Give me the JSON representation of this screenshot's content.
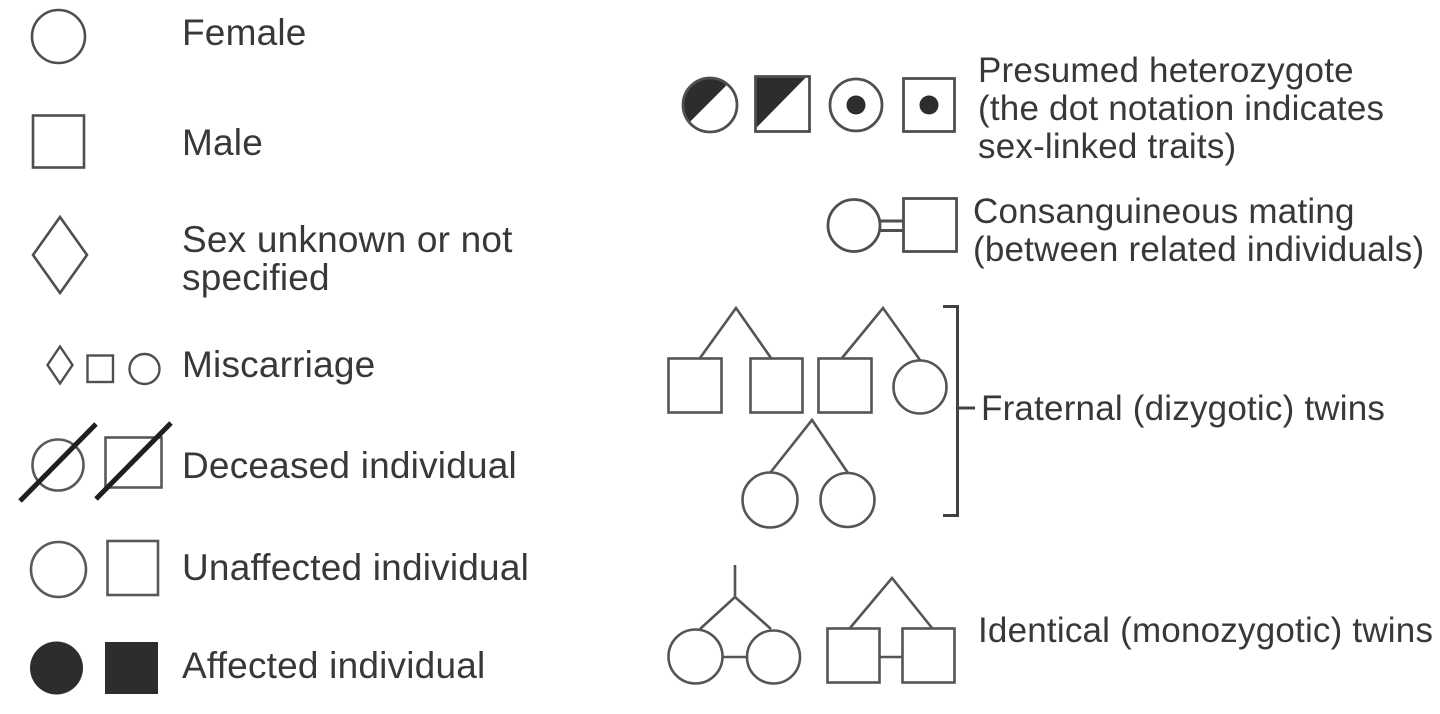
{
  "figure_type": "pedigree-symbol-legend",
  "colors": {
    "background": "#ffffff",
    "shape_outline": "#4f4f4f",
    "shape_fill_dark": "#2d2d2f",
    "slash_stroke": "#1f1f1f",
    "bracket_stroke": "#414141",
    "text": "#383838"
  },
  "legend_left": {
    "items": [
      {
        "id": "female",
        "symbol": "circle",
        "label": "Female"
      },
      {
        "id": "male",
        "symbol": "square",
        "label": "Male"
      },
      {
        "id": "sex-unknown",
        "symbol": "diamond",
        "label": "Sex unknown or not\nspecified"
      },
      {
        "id": "miscarriage",
        "symbol": "small-diamond-square-circle",
        "label": "Miscarriage"
      },
      {
        "id": "deceased",
        "symbol": "slashed-circle-and-square",
        "label": "Deceased individual"
      },
      {
        "id": "unaffected",
        "symbol": "open-circle-and-square",
        "label": "Unaffected individual"
      },
      {
        "id": "affected",
        "symbol": "filled-circle-and-square",
        "label": "Affected individual"
      }
    ]
  },
  "legend_right": {
    "items": [
      {
        "id": "presumed-heterozygote",
        "symbol": "half-filled-and-dotted-circle-square",
        "label": "Presumed heterozygote\n(the dot notation indicates\nsex-linked traits)"
      },
      {
        "id": "consanguineous-mating",
        "symbol": "circle-double-bar-square",
        "label": "Consanguineous mating\n(between related individuals)"
      },
      {
        "id": "fraternal-twins",
        "symbol": "twin-forks-with-bracket",
        "label": "Fraternal (dizygotic) twins"
      },
      {
        "id": "identical-twins",
        "symbol": "twin-forks-with-connector",
        "label": "Identical (monozygotic) twins"
      }
    ]
  }
}
